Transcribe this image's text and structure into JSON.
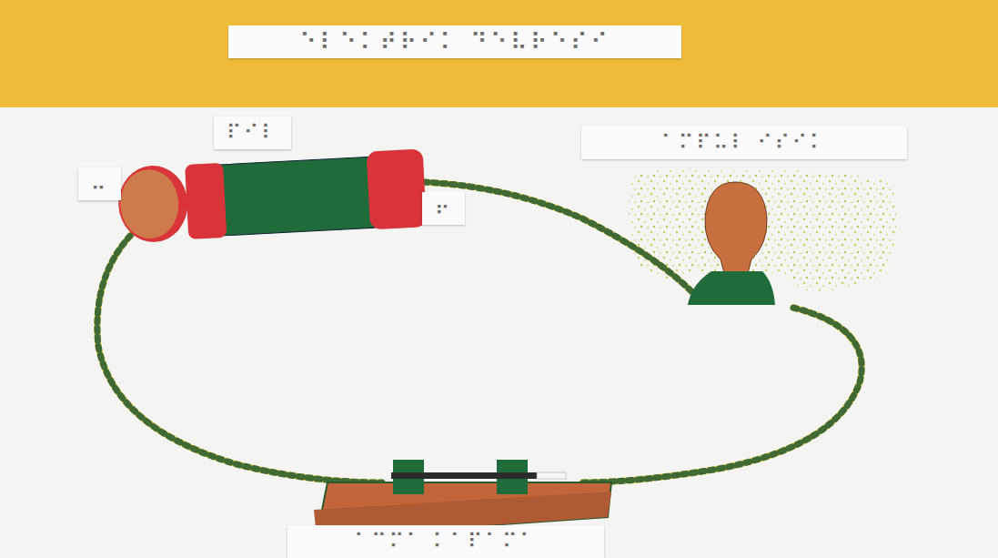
{
  "diagram": {
    "title": "⠑⠇⠑⠅⠞⠗⠊⠅ ⠙⠑⠧⠗⠑⠎⠊",
    "labels": [
      "⠏⠊⠇",
      "⠤",
      "⠖",
      "⠁⠍⠏⠥⠇ ⠊⠎⠊⠅",
      "⠁⠉⠍⠁ ⠅⠁⠏⠁⠍⠁"
    ]
  }
}
